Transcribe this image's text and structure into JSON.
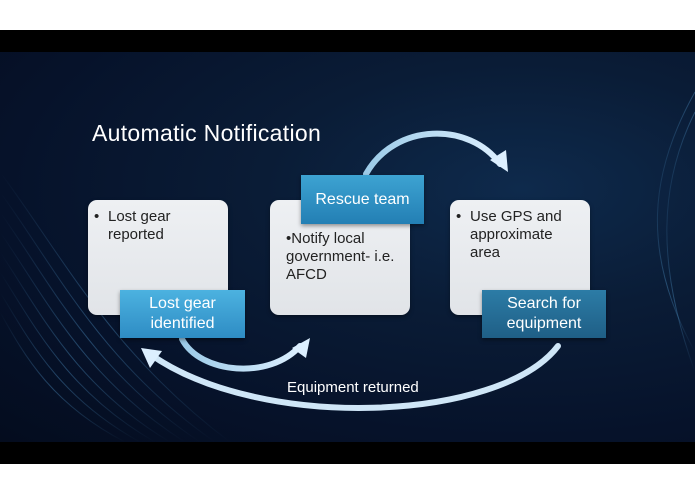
{
  "slide": {
    "title": "Automatic Notification",
    "cards": [
      {
        "bullet": "•",
        "text": "Lost gear reported"
      },
      {
        "text": "•Notify local government- i.e. AFCD"
      },
      {
        "bullet": "•",
        "text": "Use GPS and approximate area"
      }
    ],
    "labels": {
      "lost_gear": "Lost gear identified",
      "rescue_team": "Rescue team",
      "search": "Search for equipment"
    },
    "return_label": "Equipment returned"
  },
  "colors": {
    "background": "#06122a",
    "card": "#e6e8eb",
    "label_light": "#3fa6d8",
    "label_dark": "#236a94",
    "arrow": "#bfe0f4"
  }
}
